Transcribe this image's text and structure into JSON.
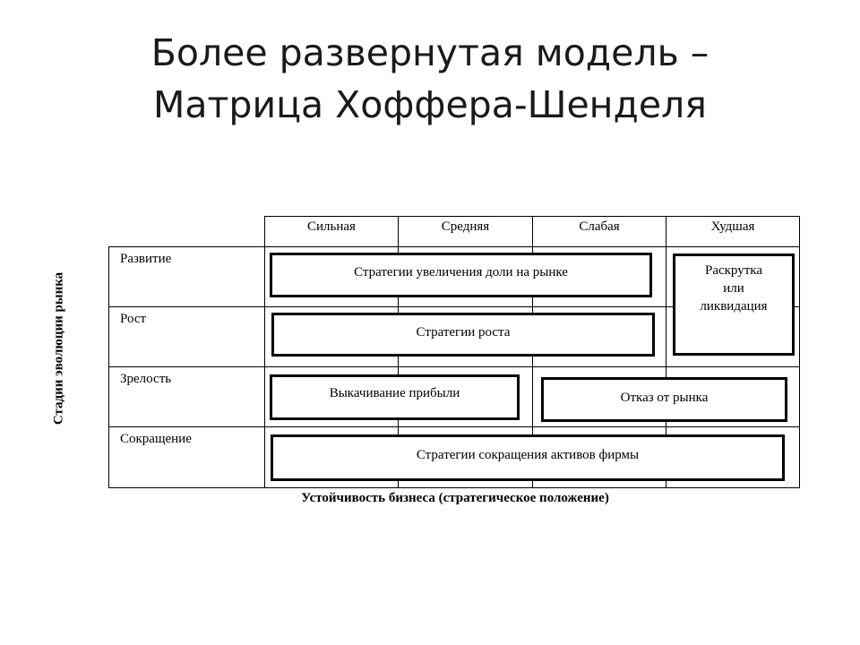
{
  "slide": {
    "title_line1": "Более развернутая модель –",
    "title_line2": "Матрица Хоффера-Шенделя"
  },
  "matrix": {
    "columns": [
      "Сильная",
      "Средняя",
      "Слабая",
      "Худшая"
    ],
    "rows": [
      "Развитие",
      "Рост",
      "Зрелость",
      "Сокращение"
    ],
    "y_axis_label": "Стадии эволюции рынка",
    "x_axis_label": "Устойчивость бизнеса (стратегическое положение)",
    "strategies": {
      "share_growth": "Стратегии увеличения доли на рынке",
      "promotion_line1": "Раскрутка",
      "promotion_line2": "или",
      "promotion_line3": "ликвидация",
      "growth": "Стратегии роста",
      "harvest": "Выкачивание прибыли",
      "exit": "Отказ от рынка",
      "downsizing": "Стратегии сокращения активов фирмы"
    }
  }
}
